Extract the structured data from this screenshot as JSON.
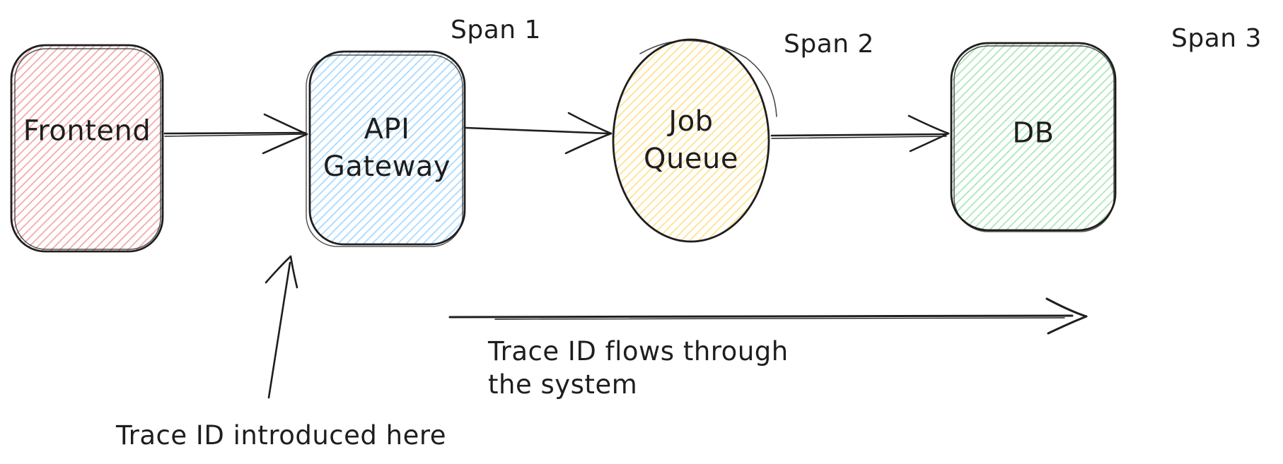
{
  "stroke_color": "#1e1e1e",
  "background_color": "#ffffff",
  "nodes": [
    {
      "id": "frontend",
      "label": "Frontend",
      "shape": "rectangle",
      "hatch_color": "#f3a6a6"
    },
    {
      "id": "api-gateway",
      "label": "API Gateway",
      "label_lines": [
        "API",
        "Gateway"
      ],
      "shape": "rectangle",
      "hatch_color": "#a5d8ff"
    },
    {
      "id": "job-queue",
      "label": "Job Queue",
      "label_lines": [
        "Job",
        "Queue"
      ],
      "shape": "ellipse",
      "hatch_color": "#ffe08a"
    },
    {
      "id": "db",
      "label": "DB",
      "shape": "rectangle",
      "hatch_color": "#a9e6b4"
    }
  ],
  "arrows": [
    {
      "from": "frontend",
      "to": "api-gateway"
    },
    {
      "from": "api-gateway",
      "to": "job-queue"
    },
    {
      "from": "job-queue",
      "to": "db"
    }
  ],
  "span_labels": [
    "Span 1",
    "Span 2",
    "Span 3"
  ],
  "annotations": {
    "introduced": "Trace ID introduced here",
    "flow_line1": "Trace ID flows through",
    "flow_line2": "the system"
  }
}
